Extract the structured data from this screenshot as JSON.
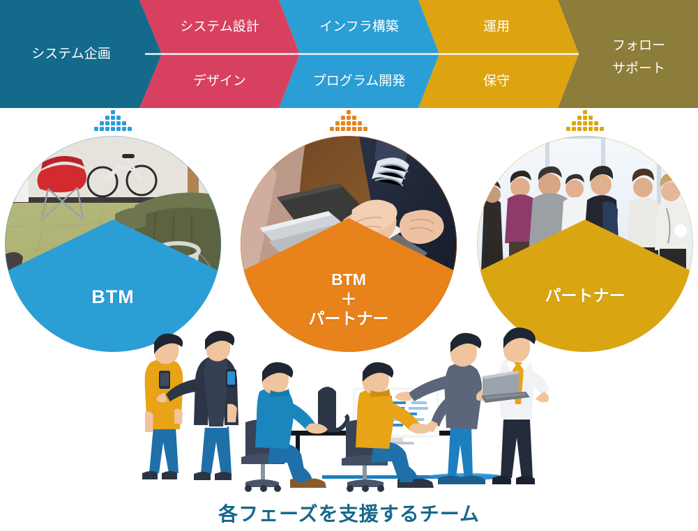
{
  "colors": {
    "teal": "#146A8B",
    "crimson": "#D84060",
    "blue": "#2B9ED6",
    "gold": "#DDA40F",
    "olive": "#8C7D3B",
    "orange": "#E8821A",
    "amber": "#D9A612",
    "caption_teal": "#15688B",
    "white": "#FFFFFF",
    "divider": "#F2F2F2"
  },
  "phase_band": {
    "name": "project-phase-chevron-band",
    "segments": [
      {
        "id": "phase-planning",
        "color": "#146A8B",
        "single_label": "システム企画",
        "top_label": "",
        "bottom_label": ""
      },
      {
        "id": "phase-design",
        "color": "#D84060",
        "single_label": "",
        "top_label": "システム設計",
        "bottom_label": "デザイン"
      },
      {
        "id": "phase-build",
        "color": "#2B9ED6",
        "single_label": "",
        "top_label": "インフラ構築",
        "bottom_label": "プログラム開発"
      },
      {
        "id": "phase-operate",
        "color": "#DDA40F",
        "single_label": "",
        "top_label": "運用",
        "bottom_label": "保守"
      },
      {
        "id": "phase-follow",
        "color": "#8C7D3B",
        "single_label": "",
        "top_label": "フォロー",
        "bottom_label": "サポート"
      }
    ]
  },
  "circles": [
    {
      "id": "circle-btm",
      "icon_name": "pyramid-dots-icon",
      "icon_color": "#2B9ED6",
      "overlay_color": "#2B9ED6",
      "photo_alt": "office-lounge-photo",
      "caption_lines": [
        "BTM"
      ]
    },
    {
      "id": "circle-btm-partner",
      "icon_name": "pyramid-dots-icon",
      "icon_color": "#E8821A",
      "overlay_color": "#E8821A",
      "photo_alt": "handshake-meeting-photo",
      "caption_lines": [
        "BTM",
        "＋",
        "パートナー"
      ]
    },
    {
      "id": "circle-partner",
      "icon_name": "pyramid-dots-icon",
      "icon_color": "#D9A612",
      "overlay_color": "#D9A612",
      "photo_alt": "networking-event-photo",
      "caption_lines": [
        "パートナー"
      ]
    }
  ],
  "illustration": {
    "name": "team-working-illustration",
    "alt": "Flat illustration of eight people: two standing with smartphones, two seated at desks with monitors, one standing gesturing at a desk, one holding a laptop"
  },
  "footer": {
    "caption": "各フェーズを支援するチーム"
  }
}
